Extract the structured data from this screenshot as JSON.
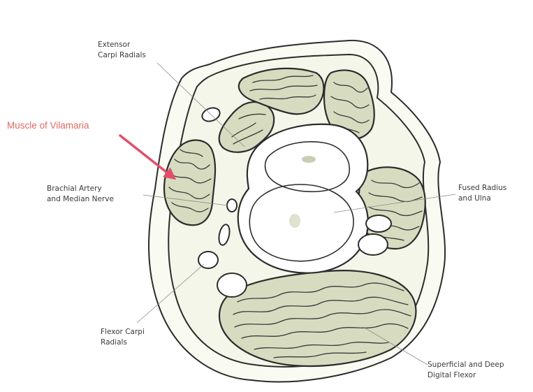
{
  "callout": {
    "text": "Muscle of Vilamaria",
    "color": "#e06a63"
  },
  "labels": {
    "extensor_line1": "Extensor",
    "extensor_line2": "Carpi Radials",
    "brachial_line1": "Brachial Artery",
    "brachial_line2": "and Median Nerve",
    "radius_line1": "Fused Radius",
    "radius_line2": "and Ulna",
    "flexor_carpi_line1": "Flexor Carpi",
    "flexor_carpi_line2": "Radials",
    "digital_line1": "Superficial and Deep",
    "digital_line2": "Digital Flexor"
  },
  "colors": {
    "muscle": "#d7dcc0",
    "tissue": "#f5f6ea",
    "outline": "#2c2c2c"
  }
}
